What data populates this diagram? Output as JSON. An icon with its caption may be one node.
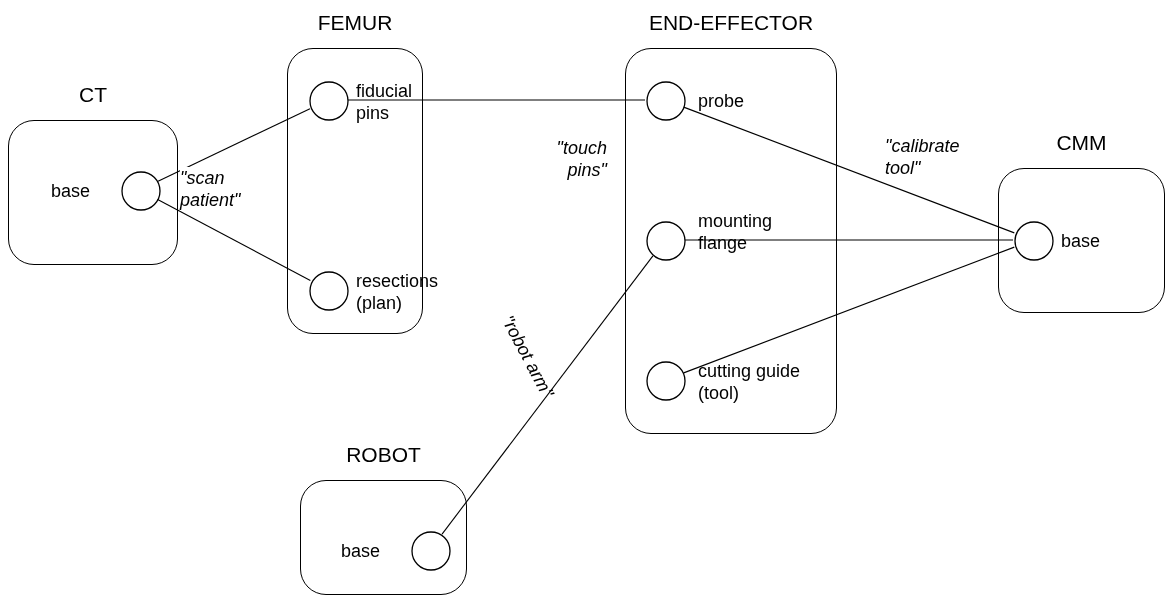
{
  "diagram": {
    "nodes": [
      {
        "text": [
          "CT"
        ]
      },
      {
        "text": [],
        "shape": "circle",
        "in": 0,
        "beside": [
          "base"
        ]
      },
      {
        "text": [
          "FEMUR"
        ]
      },
      {
        "text": [],
        "shape": "circle",
        "in": 2,
        "beside": [
          "fiducial pins"
        ]
      },
      {
        "text": [],
        "shape": "circle",
        "in": 2,
        "beside": [
          "resections (plan)"
        ]
      },
      {
        "text": [
          "END-EFFECTOR"
        ]
      },
      {
        "text": [],
        "shape": "circle",
        "in": 5,
        "beside": [
          "probe"
        ]
      },
      {
        "text": [],
        "shape": "circle",
        "in": 5,
        "beside": [
          "mounting flange"
        ]
      },
      {
        "text": [],
        "shape": "circle",
        "in": 5,
        "beside": [
          "cutting guide (tool)"
        ]
      },
      {
        "text": [
          "CMM"
        ]
      },
      {
        "text": [],
        "shape": "circle",
        "in": 9,
        "beside": [
          "base"
        ]
      },
      {
        "text": [
          "ROBOT"
        ]
      },
      {
        "text": [],
        "shape": "circle",
        "in": 11,
        "beside": [
          "base"
        ]
      }
    ],
    "edges": [
      {
        "from": 1,
        "to": 3,
        "arrow": "none",
        "label": "\"scan patient\""
      },
      {
        "from": 1,
        "to": 4,
        "arrow": "none"
      },
      {
        "from": 3,
        "to": 6,
        "arrow": "none",
        "label": "\"touch pins\""
      },
      {
        "from": 6,
        "to": 10,
        "arrow": "none",
        "label": "\"calibrate tool\""
      },
      {
        "from": 7,
        "to": 10,
        "arrow": "none"
      },
      {
        "from": 8,
        "to": 10,
        "arrow": "none"
      },
      {
        "from": 12,
        "to": 7,
        "arrow": "none",
        "label": "\"robot arm\""
      }
    ]
  }
}
